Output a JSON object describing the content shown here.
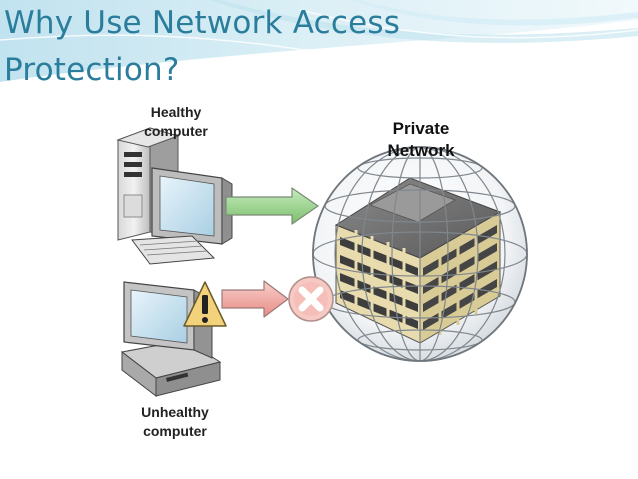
{
  "title": {
    "line1": "Why Use Network Access",
    "line2": "Protection?"
  },
  "labels": {
    "healthy_line1": "Healthy",
    "healthy_line2": "computer",
    "unhealthy_line1": "Unhealthy",
    "unhealthy_line2": "computer",
    "network_line1": "Private",
    "network_line2": "Network"
  },
  "icons": {
    "healthy_arrow": "arrow-right-icon",
    "blocked_arrow": "arrow-right-icon",
    "blocked_marker": "x-circle-icon",
    "warning": "warning-triangle-icon"
  },
  "colors": {
    "title": "#2a7d9c",
    "healthy_arrow": "#8fcf84",
    "blocked_arrow": "#f0a3a0",
    "blocked_marker": "#f7c9c3",
    "warning": "#f2d27a"
  }
}
